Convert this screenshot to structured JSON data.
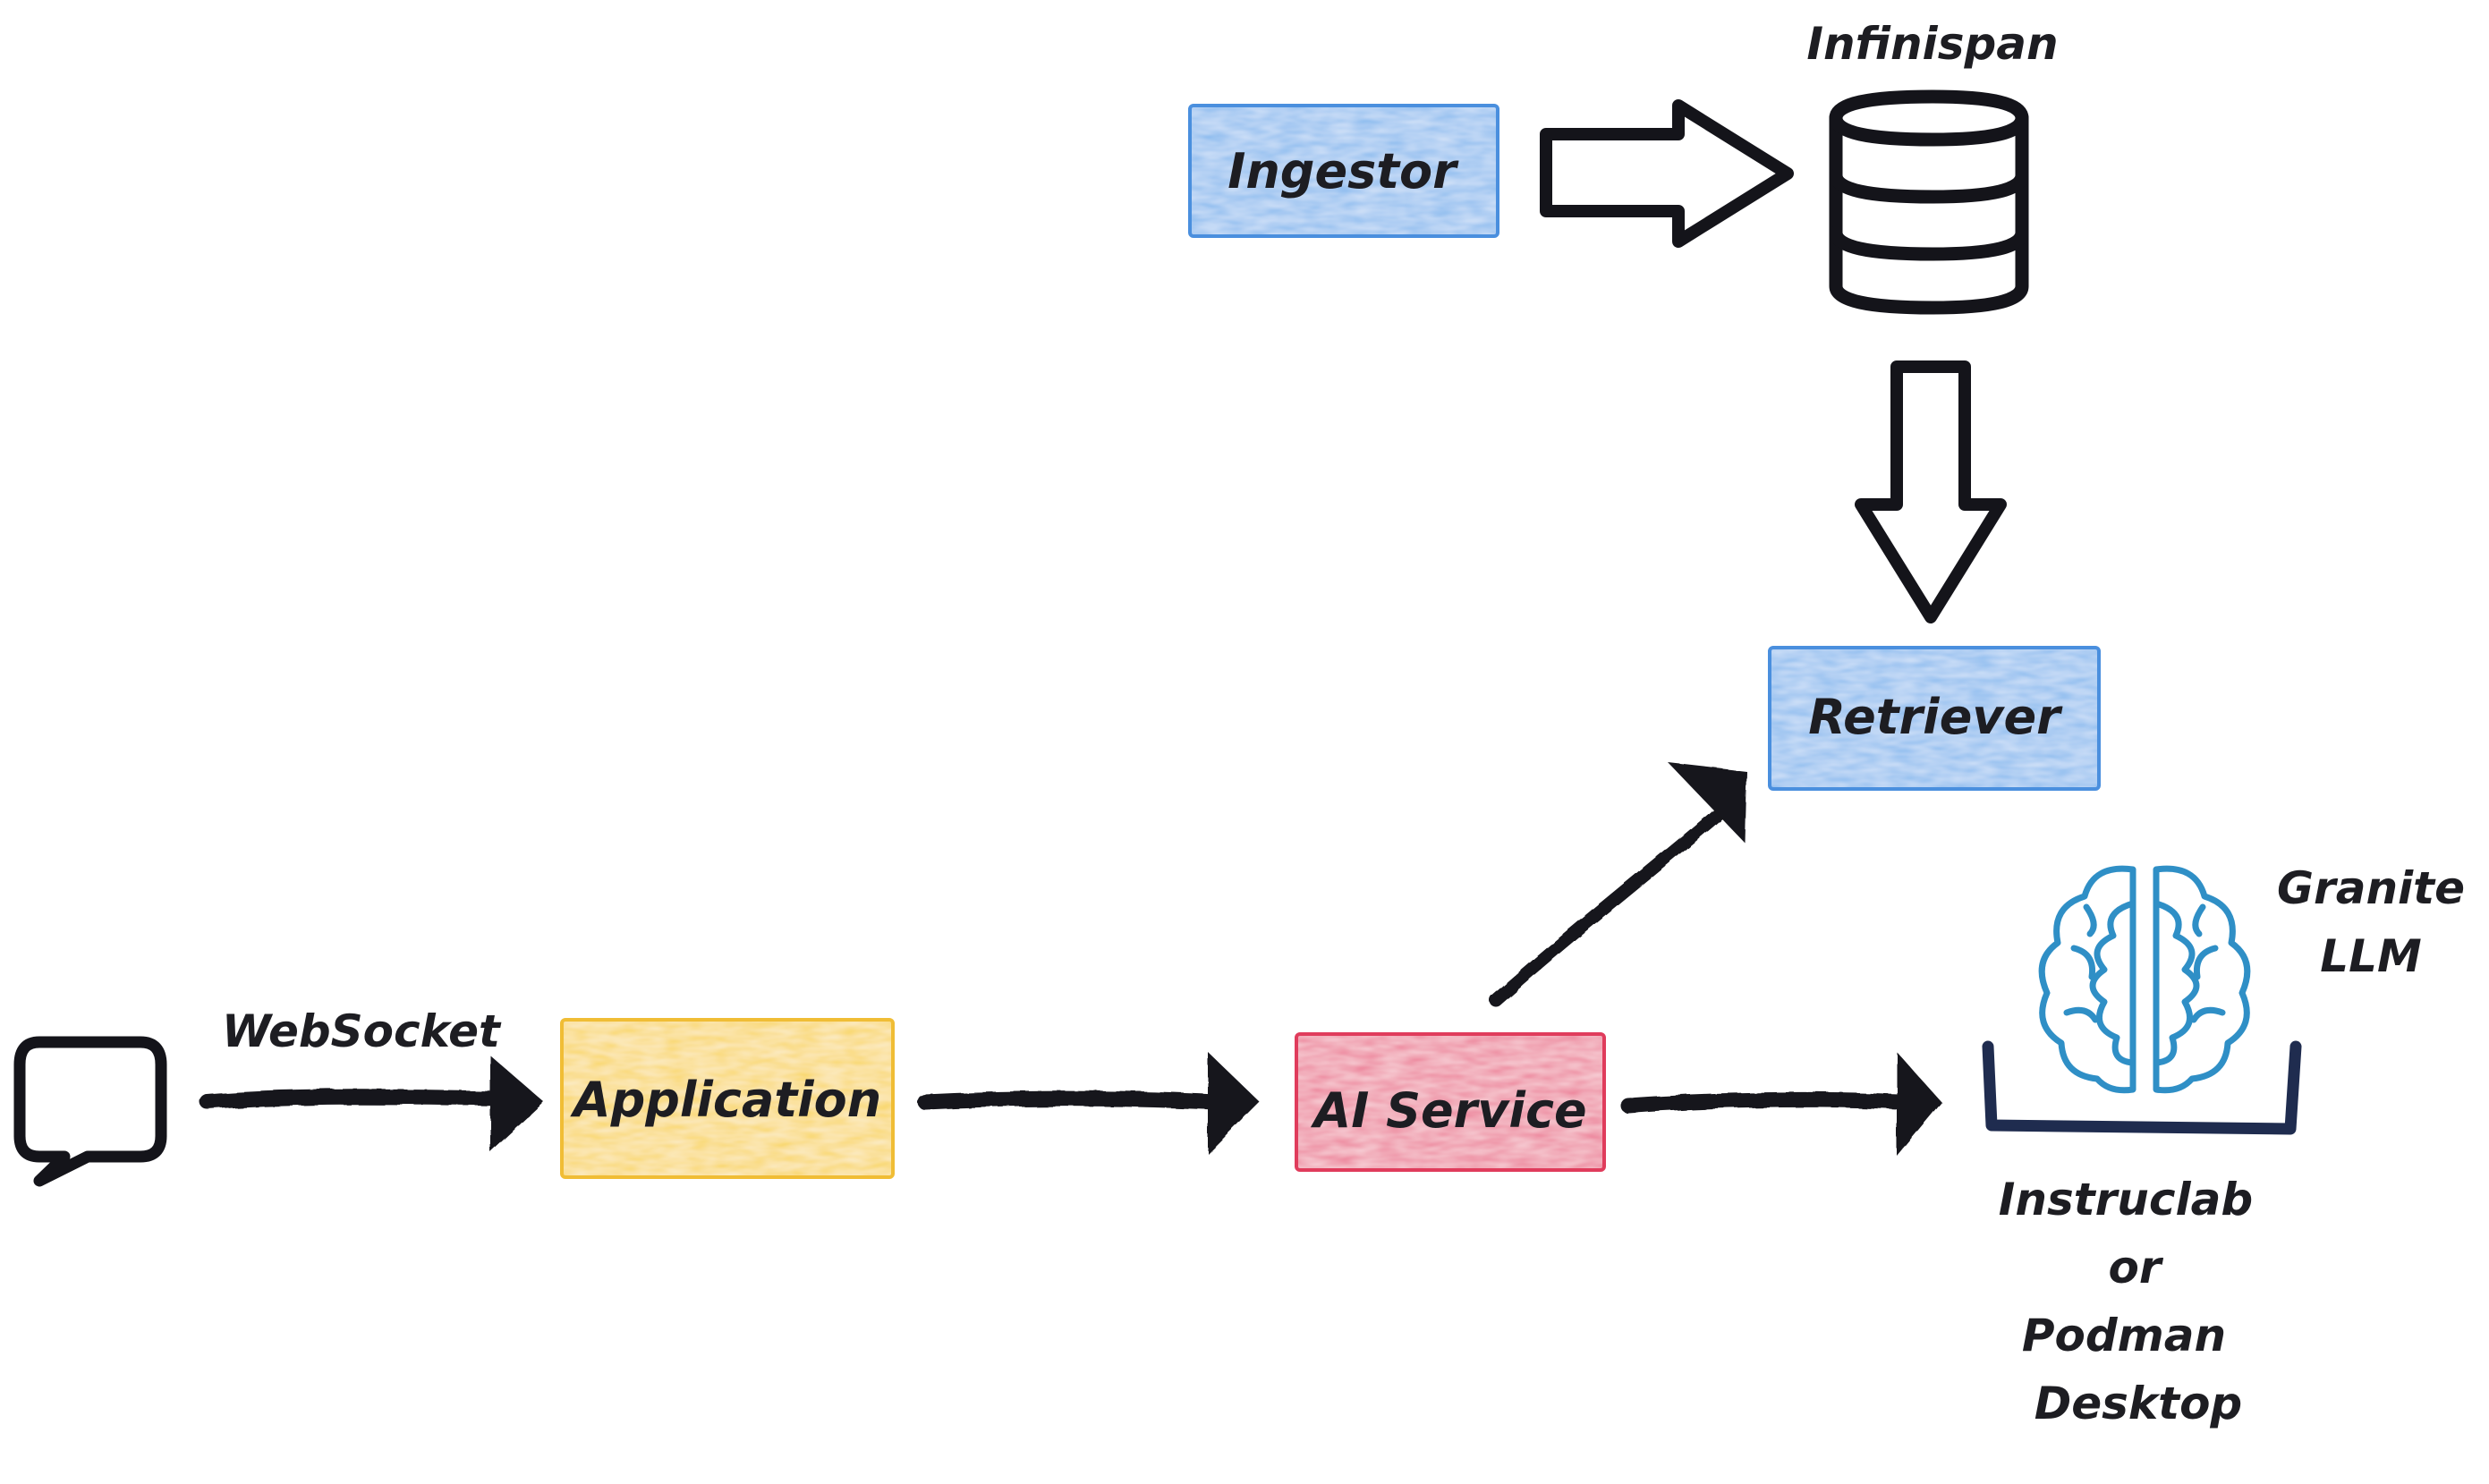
{
  "colors": {
    "ink": "#14141a",
    "blue_fill": "#93bff0",
    "blue_border": "#4a8fde",
    "yellow_fill": "#f9d870",
    "yellow_border": "#f0bd35",
    "red_fill": "#ee8ba0",
    "red_border": "#e03c5c",
    "brain": "#2f8fc6",
    "tray": "#1f2c4f"
  },
  "nodes": {
    "ingestor": {
      "label": "Ingestor"
    },
    "retriever": {
      "label": "Retriever"
    },
    "application": {
      "label": "Application"
    },
    "ai_service": {
      "label": "AI Service"
    }
  },
  "labels": {
    "infinispan": "Infinispan",
    "websocket": "WebSocket",
    "granite_line1": "Granite",
    "granite_line2": "LLM",
    "runtime_line1": "Instruclab",
    "runtime_line2": "or",
    "runtime_line3": "Podman",
    "runtime_line4": "Desktop"
  },
  "icons": {
    "chat": "speech-bubble-icon",
    "database": "database-icon",
    "brain": "brain-icon"
  }
}
